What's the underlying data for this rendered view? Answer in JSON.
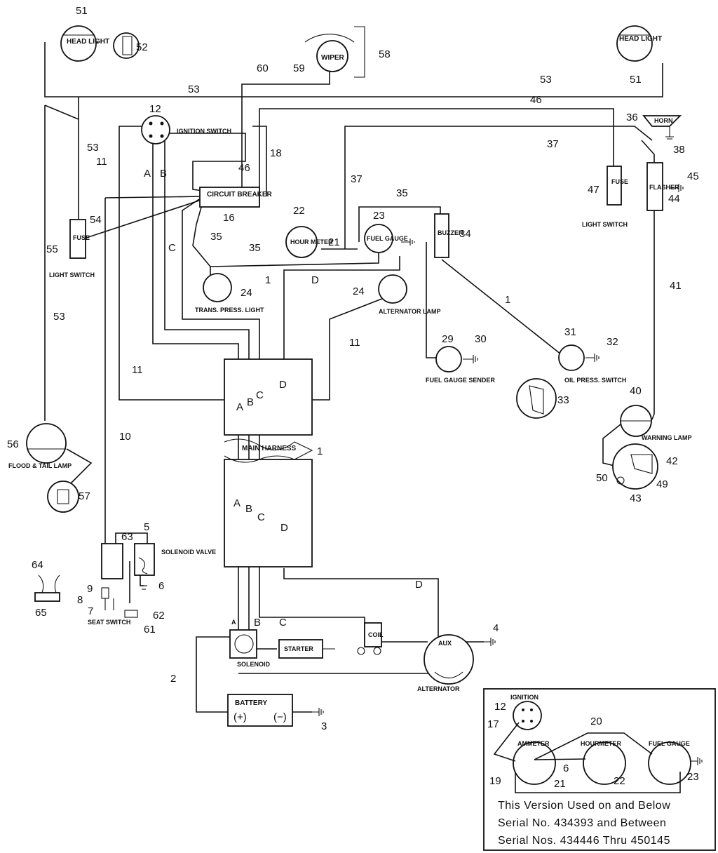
{
  "components": {
    "head_light": "HEAD LIGHT",
    "wiper": "WIPER",
    "ignition_switch": "IGNITION SWITCH",
    "circuit_breaker": "CIRCUIT BREAKER",
    "horn": "HORN",
    "fuse": "FUSE",
    "flasher": "FLASHER",
    "light_switch": "LIGHT SWITCH",
    "hour_meter": "HOUR METER",
    "fuel_gauge": "FUEL GAUGE",
    "buzzer": "BUZZER",
    "trans_press_light": "TRANS. PRESS. LIGHT",
    "alternator_lamp": "ALTERNATOR LAMP",
    "fuel_gauge_sender": "FUEL GAUGE SENDER",
    "oil_press_switch": "OIL PRESS. SWITCH",
    "warning_lamp": "WARNING LAMP",
    "flood_tail_lamp": "FLOOD & TAIL LAMP",
    "main_harness": "MAIN HARNESS",
    "solenoid_valve": "SOLENOID VALVE",
    "seat_switch": "SEAT SWITCH",
    "solenoid": "SOLENOID",
    "starter": "STARTER",
    "coil": "COIL",
    "alternator": "ALTERNATOR",
    "aux": "AUX",
    "battery": "BATTERY",
    "plus": "(+)",
    "minus": "(−)"
  },
  "wire_letters": {
    "a": "A",
    "b": "B",
    "c": "C",
    "d": "D"
  },
  "numbers": {
    "n1": "1",
    "n2": "2",
    "n3": "3",
    "n4": "4",
    "n5": "5",
    "n6": "6",
    "n7": "7",
    "n8": "8",
    "n9": "9",
    "n10": "10",
    "n11": "11",
    "n12": "12",
    "n16": "16",
    "n17": "17",
    "n18": "18",
    "n19": "19",
    "n20": "20",
    "n21": "21",
    "n22": "22",
    "n23": "23",
    "n24": "24",
    "n29": "29",
    "n30": "30",
    "n31": "31",
    "n32": "32",
    "n33": "33",
    "n34": "34",
    "n35": "35",
    "n36": "36",
    "n37": "37",
    "n38": "38",
    "n40": "40",
    "n41": "41",
    "n42": "42",
    "n43": "43",
    "n44": "44",
    "n45": "45",
    "n46": "46",
    "n47": "47",
    "n49": "49",
    "n50": "50",
    "n51": "51",
    "n52": "52",
    "n53": "53",
    "n54": "54",
    "n55": "55",
    "n56": "56",
    "n57": "57",
    "n58": "58",
    "n59": "59",
    "n60": "60",
    "n61": "61",
    "n62": "62",
    "n63": "63",
    "n64": "64",
    "n65": "65"
  },
  "inset": {
    "ignition": "IGNITION",
    "ammeter": "AMMETER",
    "hourmeter": "HOURMETER",
    "fuel_gauge": "FUEL GAUGE",
    "note_line1": "This Version Used on and Below",
    "note_line2": "Serial No. 434393 and Between",
    "note_line3": "Serial Nos. 434446 Thru 450145"
  }
}
